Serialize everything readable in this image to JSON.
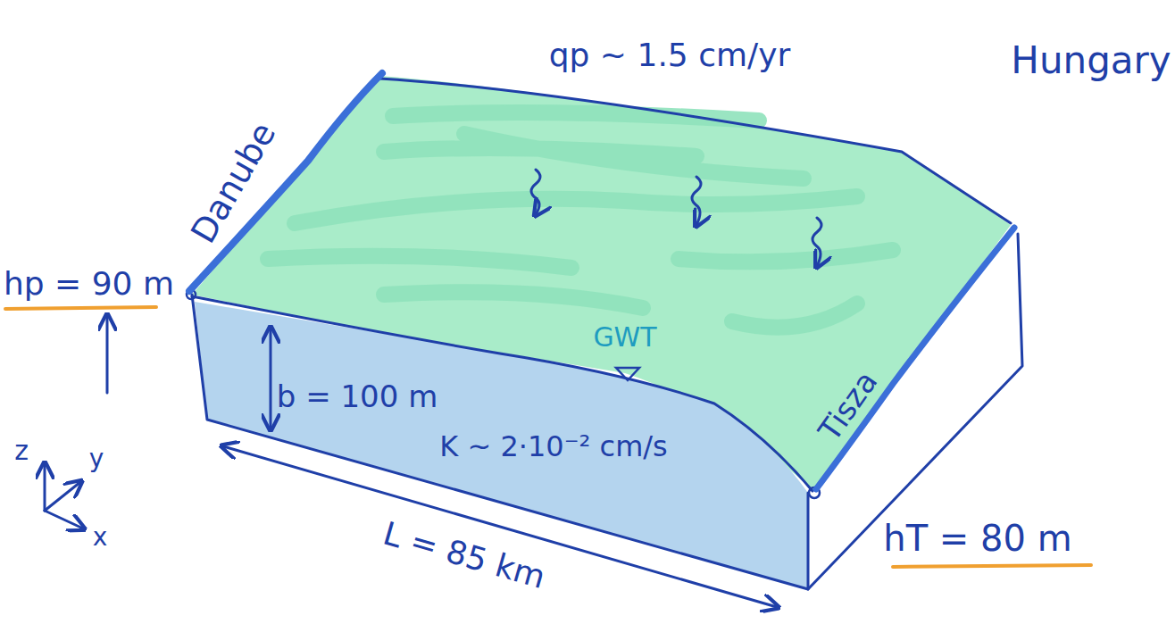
{
  "diagram": {
    "labels": [
      "qp ~ 1.5 cm/yr",
      "Hungary",
      "Danube",
      "hp = 90 m",
      "b = 100 m",
      "GWT",
      "K ~ 2·10⁻² cm/s",
      "L = 85 km",
      "Tisza",
      "hT = 80 m",
      "z",
      "y",
      "x"
    ]
  }
}
